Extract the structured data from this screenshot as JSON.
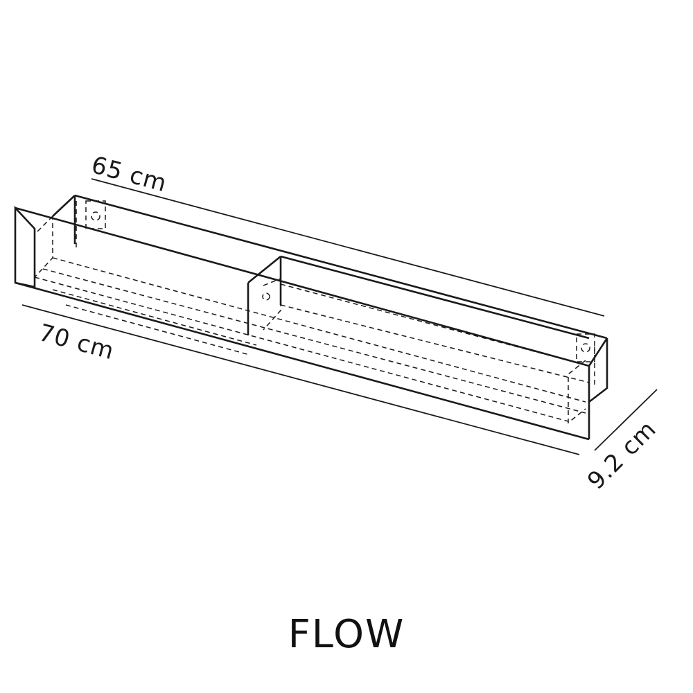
{
  "product": {
    "name": "FLOW"
  },
  "dimensions": {
    "inner_length": "65 cm",
    "outer_length": "70 cm",
    "depth": "9.2 cm"
  },
  "colors": {
    "line": "#1a1a1a",
    "background": "#ffffff"
  }
}
